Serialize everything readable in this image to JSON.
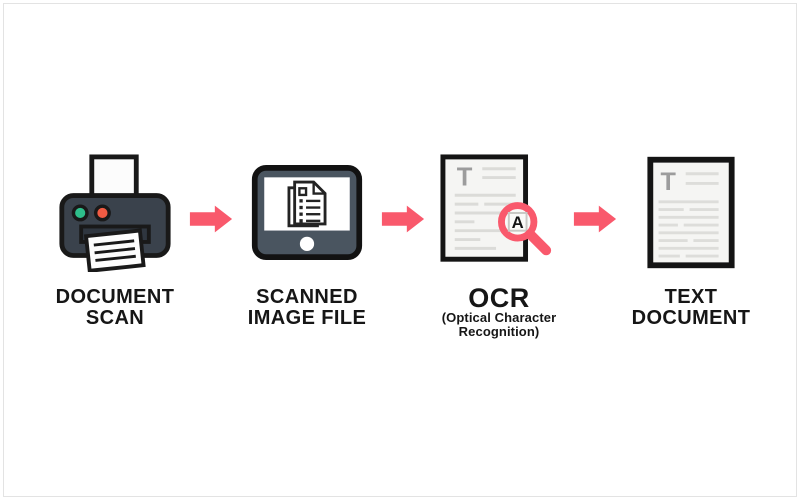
{
  "colors": {
    "background": "#FFFFFF",
    "page_border": "#E3E3E3",
    "accent_pink": "#F9596C",
    "outline_black": "#191919",
    "printer_body": "#3A424C",
    "printer_slot": "#2F363F",
    "power_green": "#2EBE8B",
    "power_red": "#F15B43",
    "tablet_frame": "#4A5560",
    "paper_fill": "#F5F5F3",
    "paper_line_gray": "#DBDBD8",
    "letter_gray": "#9C9C9C",
    "magnifier_box_gray": "#C9C9C5",
    "label_text": "#161616"
  },
  "glyphs": {
    "document_letter": "T",
    "ocr_detected_letter": "A"
  },
  "flow": {
    "stages": [
      {
        "id": "document-scan",
        "icon": "printer-icon",
        "label_line1": "DOCUMENT",
        "label_line2": "SCAN"
      },
      {
        "id": "scanned-image-file",
        "icon": "tablet-document-icon",
        "label_line1": "SCANNED",
        "label_line2": "IMAGE FILE"
      },
      {
        "id": "ocr",
        "icon": "document-magnifier-icon",
        "title": "OCR",
        "subtitle_line1": "(Optical Character",
        "subtitle_line2": "Recognition)"
      },
      {
        "id": "text-document",
        "icon": "text-document-icon",
        "label_line1": "TEXT",
        "label_line2": "DOCUMENT"
      }
    ]
  }
}
